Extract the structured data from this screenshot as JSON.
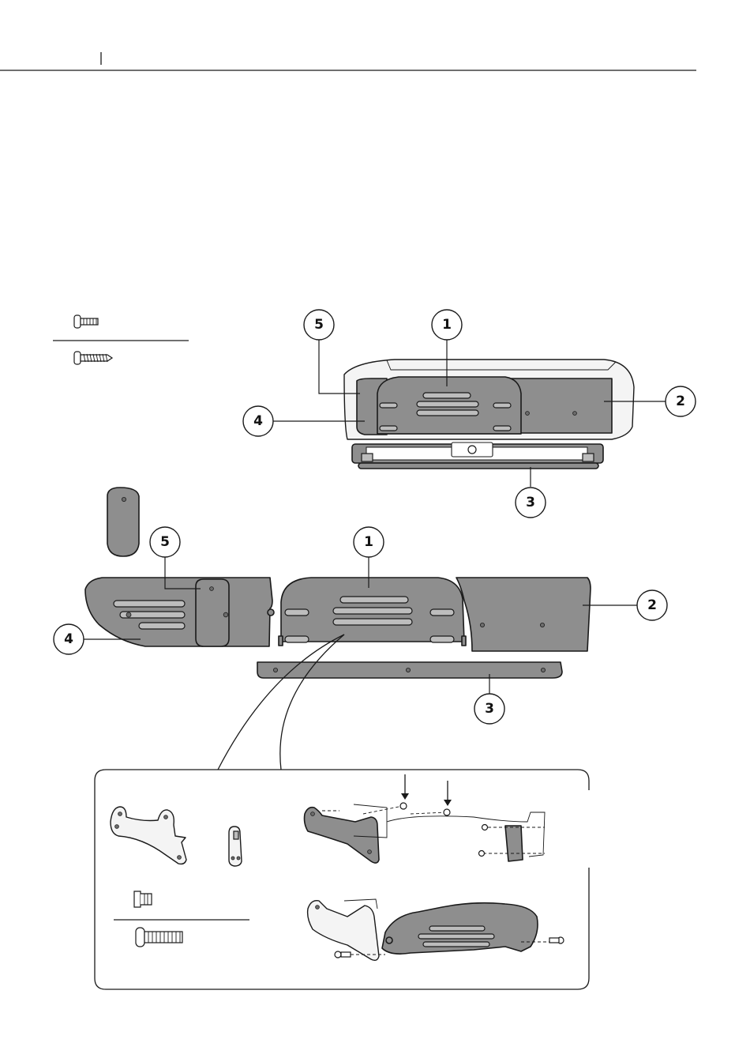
{
  "header": {
    "rule_visible": true
  },
  "callouts": [
    {
      "id": "top-5",
      "label": "5"
    },
    {
      "id": "top-1",
      "label": "1"
    },
    {
      "id": "top-2",
      "label": "2"
    },
    {
      "id": "top-4",
      "label": "4"
    },
    {
      "id": "top-3",
      "label": "3"
    },
    {
      "id": "mid-5",
      "label": "5"
    },
    {
      "id": "mid-1",
      "label": "1"
    },
    {
      "id": "mid-2",
      "label": "2"
    },
    {
      "id": "mid-4",
      "label": "4"
    },
    {
      "id": "mid-3",
      "label": "3"
    }
  ],
  "icons": {
    "short_bolt": "bolt-icon",
    "self_tapping_screw": "tapping-screw-icon",
    "countersunk_screw": "countersunk-screw-icon",
    "long_bolt": "long-bolt-icon"
  },
  "colors": {
    "part_fill": "#8e8e8e",
    "outline": "#1a1a1a"
  }
}
